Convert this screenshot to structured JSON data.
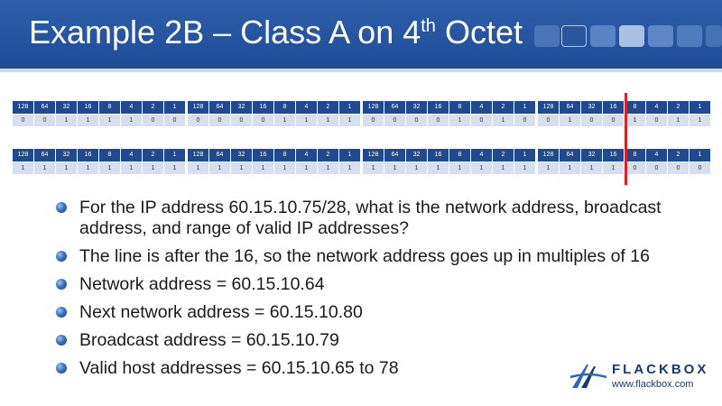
{
  "slide": {
    "title_main": "Example 2B – Class A on 4",
    "title_sup": "th",
    "title_end": " Octet"
  },
  "binary_tables": {
    "header_values": [
      "128",
      "64",
      "32",
      "16",
      "8",
      "4",
      "2",
      "1"
    ],
    "address_bits": [
      [
        "0",
        "0",
        "1",
        "1",
        "1",
        "1",
        "0",
        "0"
      ],
      [
        "0",
        "0",
        "0",
        "0",
        "1",
        "1",
        "1",
        "1"
      ],
      [
        "0",
        "0",
        "0",
        "0",
        "1",
        "0",
        "1",
        "0"
      ],
      [
        "0",
        "1",
        "0",
        "0",
        "1",
        "0",
        "1",
        "1"
      ]
    ],
    "mask_bits": [
      [
        "1",
        "1",
        "1",
        "1",
        "1",
        "1",
        "1",
        "1"
      ],
      [
        "1",
        "1",
        "1",
        "1",
        "1",
        "1",
        "1",
        "1"
      ],
      [
        "1",
        "1",
        "1",
        "1",
        "1",
        "1",
        "1",
        "1"
      ],
      [
        "1",
        "1",
        "1",
        "1",
        "0",
        "0",
        "0",
        "0"
      ]
    ]
  },
  "bullets": [
    "For the IP address 60.15.10.75/28, what is the network address, broadcast address, and range of valid IP addresses?",
    "The line is after the 16, so the network address goes up in multiples of 16",
    "Network address = 60.15.10.64",
    "Next network address = 60.15.10.80",
    "Broadcast address = 60.15.10.79",
    "Valid host addresses = 60.15.10.65 to 78"
  ],
  "logo": {
    "name": "FLACKBOX",
    "url": "www.flackbox.com"
  },
  "colors": {
    "header_bg": "#2553a0",
    "table_header": "#1f4a92",
    "table_cell": "#d6dfee",
    "divider_line": "#e02020"
  }
}
